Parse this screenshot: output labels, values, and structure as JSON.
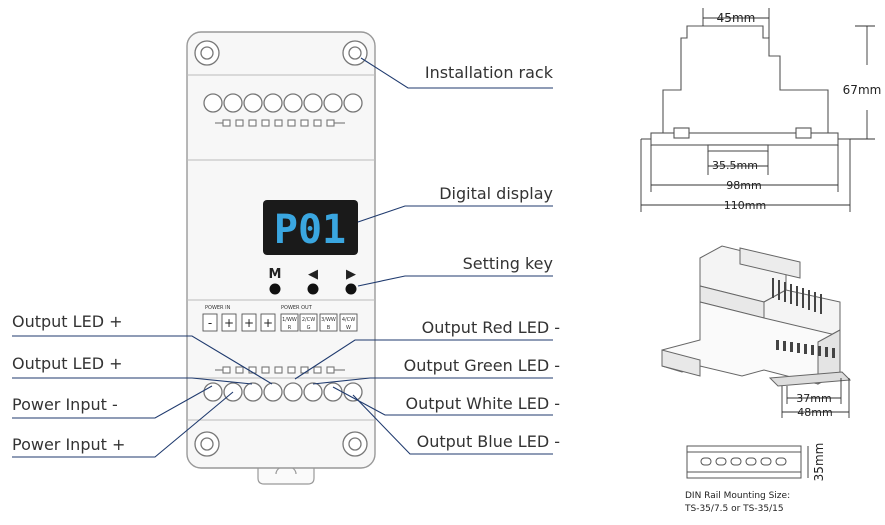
{
  "labels": {
    "installation_rack": "Installation rack",
    "digital_display": "Digital display",
    "setting_key": "Setting key",
    "output_led_plus_1": "Output LED +",
    "output_led_plus_2": "Output LED +",
    "power_input_minus": "Power Input -",
    "power_input_plus": "Power Input +",
    "output_red": "Output Red LED -",
    "output_green": "Output Green LED -",
    "output_white": "Output White LED -",
    "output_blue": "Output Blue LED -"
  },
  "display": {
    "text": "P01"
  },
  "keys": {
    "m": "M",
    "left": "◀",
    "right": "▶"
  },
  "terminal_block": {
    "power_in": "POWER IN",
    "power_out": "POWER OUT",
    "minus": "-",
    "plus": "+",
    "ch1_top": "1/WW",
    "ch1_bot": "R",
    "ch2_top": "2/CW",
    "ch2_bot": "G",
    "ch3_top": "3/WW",
    "ch3_bot": "B",
    "ch4_top": "4/CW",
    "ch4_bot": "W"
  },
  "dimensions": {
    "d45": "45mm",
    "d67": "67mm",
    "d35_5": "35.5mm",
    "d98": "98mm",
    "d110": "110mm",
    "d37": "37mm",
    "d48": "48mm",
    "d35": "35mm"
  },
  "din_rail": {
    "line1": "DIN Rail Mounting Size:",
    "line2": "TS-35/7.5 or TS-35/15"
  }
}
